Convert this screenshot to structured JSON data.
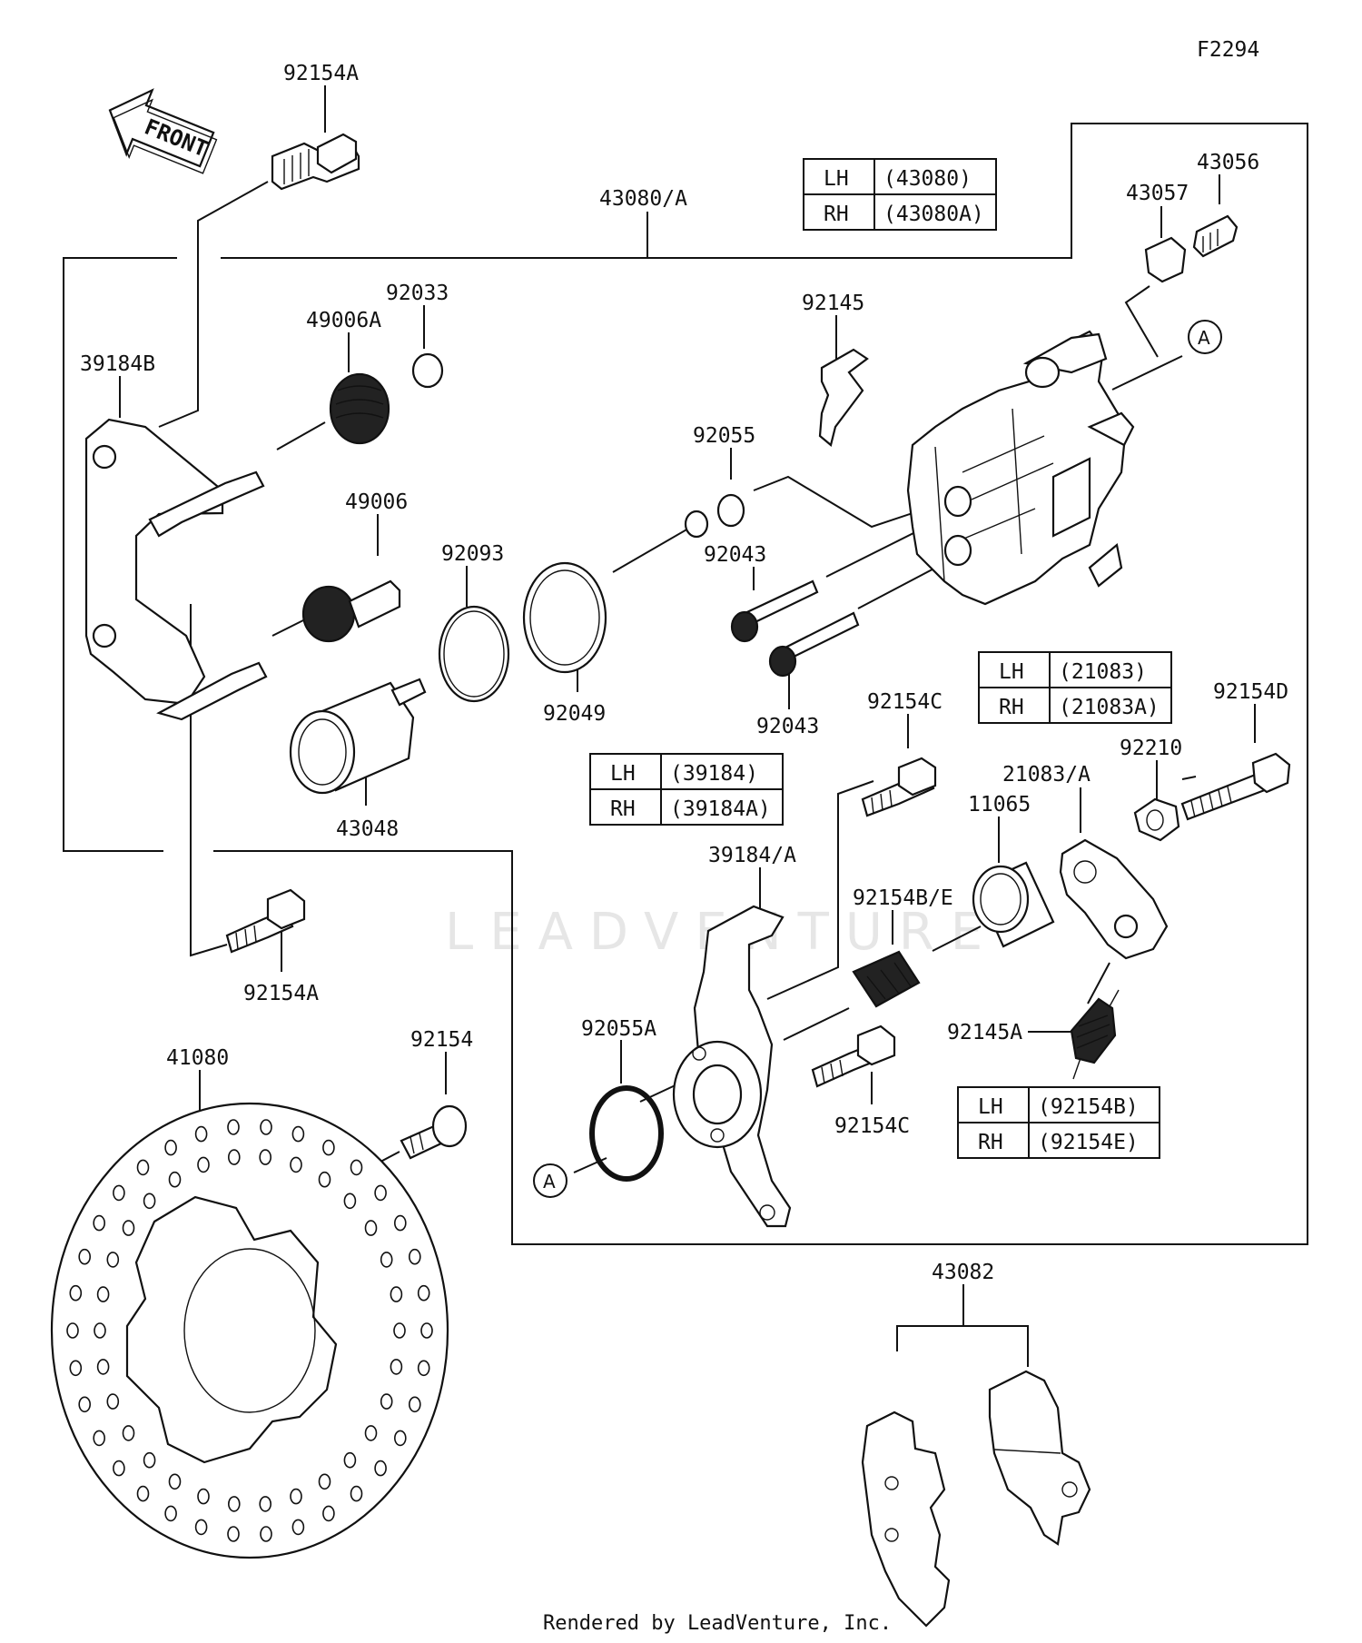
{
  "diagram_code": "F2294",
  "front_label": "FRONT",
  "watermark": "LEADVENTURE",
  "footer": "Rendered by LeadVenture, Inc.",
  "callout_letter": "A",
  "parts": {
    "p92154A_top": "92154A",
    "p43080": "43080/A",
    "p43056": "43056",
    "p43057": "43057",
    "p92033": "92033",
    "p49006A": "49006A",
    "p39184B": "39184B",
    "p92145": "92145",
    "p92055": "92055",
    "p49006": "49006",
    "p92093": "92093",
    "p92043a": "92043",
    "p92049": "92049",
    "p92043b": "92043",
    "p92154C_top": "92154C",
    "p92154D": "92154D",
    "p92210": "92210",
    "p21083": "21083/A",
    "p11065": "11065",
    "p43048": "43048",
    "p39184A": "39184/A",
    "p92154BE": "92154B/E",
    "p92154A_bot": "92154A",
    "p92055A": "92055A",
    "p92145A": "92145A",
    "p41080": "41080",
    "p92154": "92154",
    "p92154C_bot": "92154C",
    "p43082": "43082"
  },
  "tables": {
    "caliper": [
      [
        "LH",
        "(43080)"
      ],
      [
        "RH",
        "(43080A)"
      ]
    ],
    "lever": [
      [
        "LH",
        "(21083)"
      ],
      [
        "RH",
        "(21083A)"
      ]
    ],
    "bracket": [
      [
        "LH",
        "(39184)"
      ],
      [
        "RH",
        "(39184A)"
      ]
    ],
    "bolt": [
      [
        "LH",
        "(92154B)"
      ],
      [
        "RH",
        "(92154E)"
      ]
    ]
  }
}
